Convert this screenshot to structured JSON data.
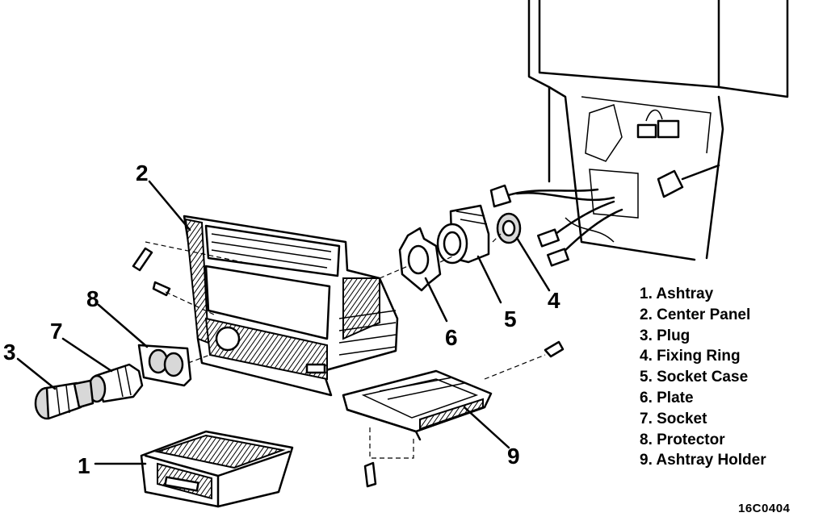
{
  "callouts": [
    "1",
    "2",
    "3",
    "4",
    "5",
    "6",
    "7",
    "8",
    "9"
  ],
  "legend": [
    "1. Ashtray",
    "2. Center Panel",
    "3. Plug",
    "4. Fixing Ring",
    "5. Socket Case",
    "6. Plate",
    "7. Socket",
    "8. Protector",
    "9. Ashtray Holder"
  ],
  "figure_code": "16C0404",
  "icons": {
    "screw": "screw-icon",
    "bulb": "bulb-icon",
    "connector": "connector-icon"
  }
}
